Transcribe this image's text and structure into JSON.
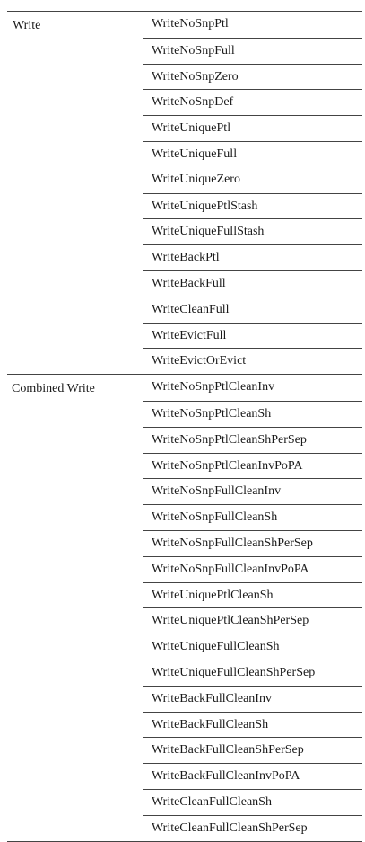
{
  "table": {
    "groups": [
      {
        "category": "Write",
        "operations": [
          "WriteNoSnpPtl",
          "WriteNoSnpFull",
          "WriteNoSnpZero",
          "WriteNoSnpDef",
          "WriteUniquePtl",
          "WriteUniqueFull",
          "WriteUniqueZero",
          "WriteUniquePtlStash",
          "WriteUniqueFullStash",
          "WriteBackPtl",
          "WriteBackFull",
          "WriteCleanFull",
          "WriteEvictFull",
          "WriteEvictOrEvict"
        ]
      },
      {
        "category": "Combined Write",
        "operations": [
          "WriteNoSnpPtlCleanInv",
          "WriteNoSnpPtlCleanSh",
          "WriteNoSnpPtlCleanShPerSep",
          "WriteNoSnpPtlCleanInvPoPA",
          "WriteNoSnpFullCleanInv",
          "WriteNoSnpFullCleanSh",
          "WriteNoSnpFullCleanShPerSep",
          "WriteNoSnpFullCleanInvPoPA",
          "WriteUniquePtlCleanSh",
          "WriteUniquePtlCleanShPerSep",
          "WriteUniqueFullCleanSh",
          "WriteUniqueFullCleanShPerSep",
          "WriteBackFullCleanInv",
          "WriteBackFullCleanSh",
          "WriteBackFullCleanShPerSep",
          "WriteBackFullCleanInvPoPA",
          "WriteCleanFullCleanSh",
          "WriteCleanFullCleanShPerSep"
        ]
      }
    ]
  }
}
